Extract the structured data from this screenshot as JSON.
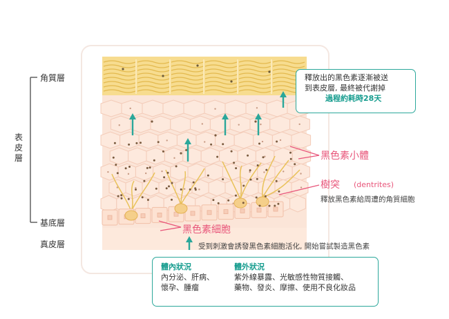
{
  "layers": {
    "stratum_corneum": "角質層",
    "epidermis": "表皮層",
    "basal_layer": "基底層",
    "dermis": "真皮層"
  },
  "labels": {
    "melanosome": "黑色素小體",
    "dendrite": "樹突",
    "dendrite_en": "(dentrites)",
    "dendrite_desc": "釋放黑色素給周遭的角質細胞",
    "melanocyte": "黑色素細胞",
    "activation_note": "受到刺激會誘發黑色素細胞活化, 開始嘗試製造黑色素"
  },
  "cycle_box": {
    "line1": "釋放出的黑色素逐漸被送",
    "line2": "到表皮層, 最終被代謝掉",
    "highlight": "過程約耗時28天"
  },
  "factors_box": {
    "internal_title": "體內狀況",
    "internal_line1": "內分泌、肝病、",
    "internal_line2": "懷孕、腫瘤",
    "external_title": "體外狀況",
    "external_line1": "紫外線暴露、光敏感性物質接觸、",
    "external_line2": "藥物、發炎、摩擦、使用不良化妝品"
  },
  "colors": {
    "teal": "#2aa79a",
    "pink": "#e8557a",
    "corneum_yellow": "#f2d27a",
    "skin": "#fbe3d5"
  }
}
